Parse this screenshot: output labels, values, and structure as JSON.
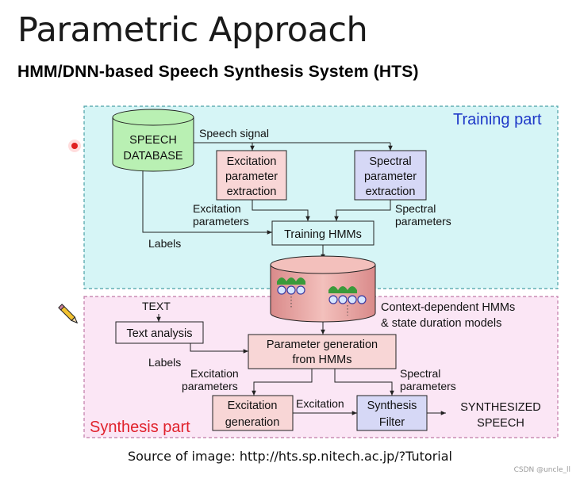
{
  "header": {
    "title": "Parametric Approach",
    "subtitle": "HMM/DNN-based Speech Synthesis System (HTS)"
  },
  "diagram": {
    "training": {
      "label": "Training part",
      "database": [
        "SPEECH",
        "DATABASE"
      ],
      "speech_signal": "Speech signal",
      "excitation_extraction": [
        "Excitation",
        "parameter",
        "extraction"
      ],
      "spectral_extraction": [
        "Spectral",
        "parameter",
        "extraction"
      ],
      "excitation_parameters": [
        "Excitation",
        "parameters"
      ],
      "spectral_parameters": [
        "Spectral",
        "parameters"
      ],
      "labels": "Labels",
      "training_hmms": "Training HMMs"
    },
    "models": {
      "label": [
        "Context-dependent HMMs",
        "& state duration models"
      ]
    },
    "synthesis": {
      "label": "Synthesis part",
      "text": "TEXT",
      "text_analysis": "Text analysis",
      "labels": "Labels",
      "parameter_generation": [
        "Parameter generation",
        "from HMMs"
      ],
      "excitation_parameters": [
        "Excitation",
        "parameters"
      ],
      "spectral_parameters": [
        "Spectral",
        "parameters"
      ],
      "excitation_generation": [
        "Excitation",
        "generation"
      ],
      "excitation": "Excitation",
      "synthesis_filter": [
        "Synthesis",
        "Filter"
      ],
      "output": [
        "SYNTHESIZED",
        "SPEECH"
      ]
    }
  },
  "caption": "Source of image: http://hts.sp.nitech.ac.jp/?Tutorial",
  "watermark": "CSDN @uncle_ll",
  "colors": {
    "training_bg": "#d6f5f6",
    "synthesis_bg": "#fbe6f5",
    "excitation_box": "#f8d6d6",
    "spectral_box": "#d6d8f6",
    "database": "#b9f0b3",
    "training_label": "#1f39c8",
    "synthesis_label": "#e0222c"
  }
}
